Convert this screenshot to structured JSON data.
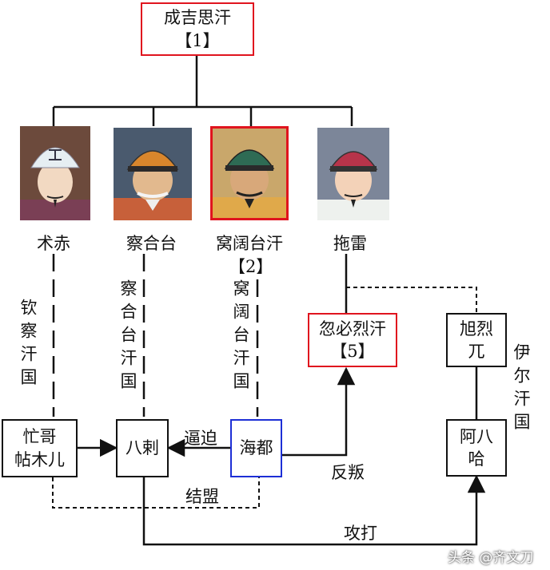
{
  "root": {
    "name": "成吉思汗",
    "order": "【1】"
  },
  "sons": [
    {
      "name": "术赤",
      "order": ""
    },
    {
      "name": "察合台",
      "order": ""
    },
    {
      "name": "窝阔台汗",
      "order": "【2】"
    },
    {
      "name": "拖雷",
      "order": ""
    }
  ],
  "khanates": {
    "qincha": "钦察汗国",
    "chagatai": "察合台汗国",
    "ogedei": "窝阔台汗国",
    "ilkhanate": "伊尔汗国"
  },
  "nodes": {
    "kublai": {
      "line1": "忽必烈汗",
      "line2": "【5】"
    },
    "hulagu": {
      "line1": "旭烈",
      "line2": "兀"
    },
    "abaqa": {
      "line1": "阿八",
      "line2": "哈"
    },
    "mengge": {
      "line1": "忙哥",
      "line2": "帖木儿"
    },
    "barak": {
      "label": "八剌"
    },
    "kaidu": {
      "label": "海都"
    }
  },
  "relations": {
    "force": "逼迫",
    "revolt": "反叛",
    "alliance": "结盟",
    "attack": "攻打"
  },
  "watermark": "头条 @齐文刀",
  "colors": {
    "highlight": "#e0141e",
    "kaidu_border": "#1d2fd6",
    "line": "#111111"
  }
}
